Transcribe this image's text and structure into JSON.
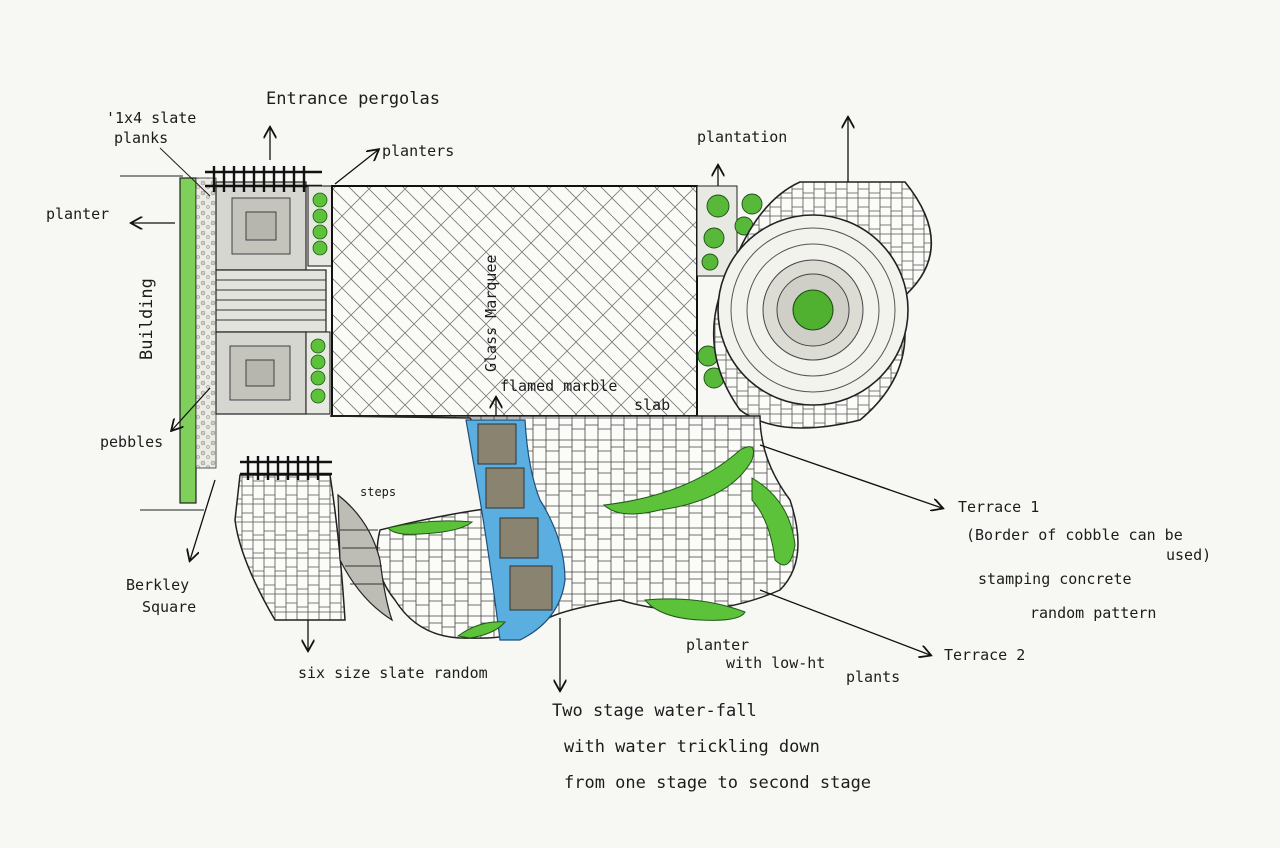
{
  "labels": {
    "slate_planks": [
      "'1x4 slate",
      "planks"
    ],
    "entrance_pergolas": "Entrance pergolas",
    "planters_top": "planters",
    "planter_left": "planter",
    "building": "Building",
    "pebbles": "pebbles",
    "berkley_square": [
      "Berkley",
      "Square"
    ],
    "glass_marquee": "Glass Marquee",
    "flamed_marble": [
      "flamed marble",
      "slab"
    ],
    "plantation": "plantation",
    "steps": "steps",
    "terrace1": "Terrace 1",
    "terrace1_note": [
      "(Border of cobble can be",
      "used)",
      "stamping concrete",
      "random pattern"
    ],
    "terrace2": "Terrace 2",
    "planter_lowht": [
      "planter",
      "with low-ht",
      "plants"
    ],
    "six_size_slate": "six size slate random",
    "waterfall": [
      "Two stage water-fall",
      "with water trickling down",
      "from one stage to second stage"
    ]
  },
  "colors": {
    "paper": "#f7f7f4",
    "ink": "#222222",
    "green": "#5cc23a",
    "dark_green": "#2d7a22",
    "water": "#5aaee0",
    "slab": "#8a8370"
  }
}
